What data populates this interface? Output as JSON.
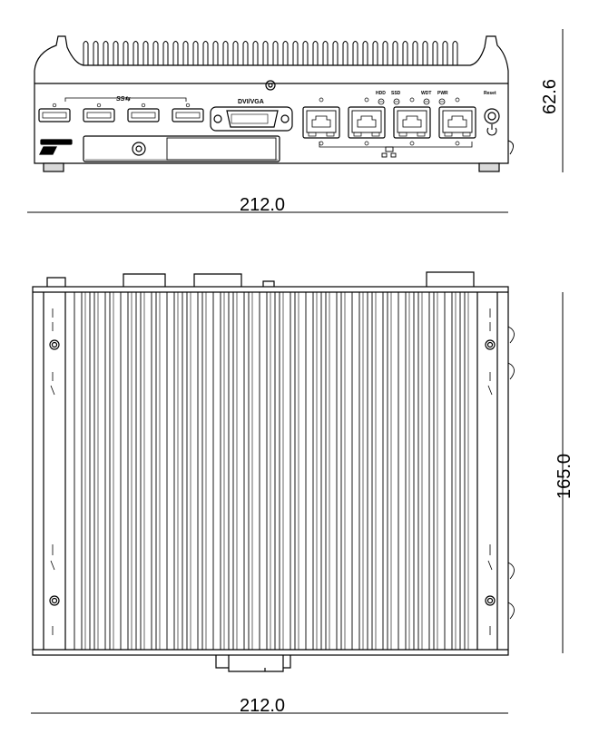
{
  "front_view": {
    "width_dim": "212.0",
    "height_dim": "62.6",
    "labels": {
      "usb": "SS⇆",
      "dvi_vga": "DVI/VGA",
      "hdd": "HDD",
      "ssd": "SSD",
      "wdt": "WDT",
      "pwr": "PWR",
      "reset": "Reset"
    }
  },
  "top_view": {
    "width_dim": "212.0",
    "depth_dim": "165.0"
  },
  "icons": {
    "power": "power-icon",
    "network": "network-icon",
    "usb": "usb-port",
    "lan": "rj45-port"
  }
}
